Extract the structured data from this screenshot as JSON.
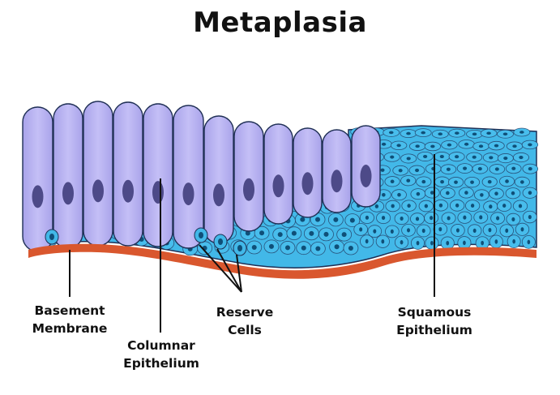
{
  "title": "Metaplasia",
  "labels": {
    "basement_membrane": [
      "Basement",
      "Membrane"
    ],
    "columnar_epithelium": [
      "Columnar",
      "Epithelium"
    ],
    "reserve_cells": [
      "Reserve",
      "Cells"
    ],
    "squamous_epithelium": [
      "Squamous",
      "Epithelium"
    ]
  },
  "colors": {
    "columnar_cell": "#b3aef0",
    "columnar_nucleus": "#4d4a88",
    "squamous_cell": "#3fb5e6",
    "squamous_nucleus": "#0f4f78",
    "basement_membrane": "#d9572e",
    "cell_outline": "#1f2f55"
  }
}
